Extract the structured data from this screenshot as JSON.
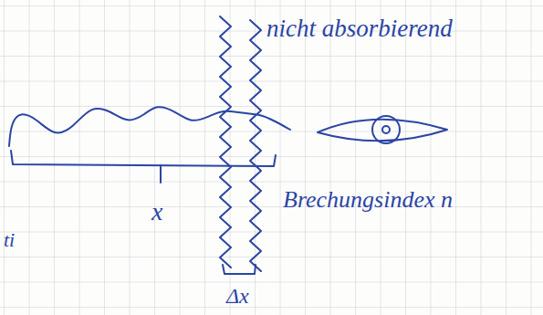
{
  "diagram": {
    "labels": [
      "nicht absorbierend",
      "Brechungsindex n",
      "x",
      "Δx",
      "ti"
    ]
  }
}
